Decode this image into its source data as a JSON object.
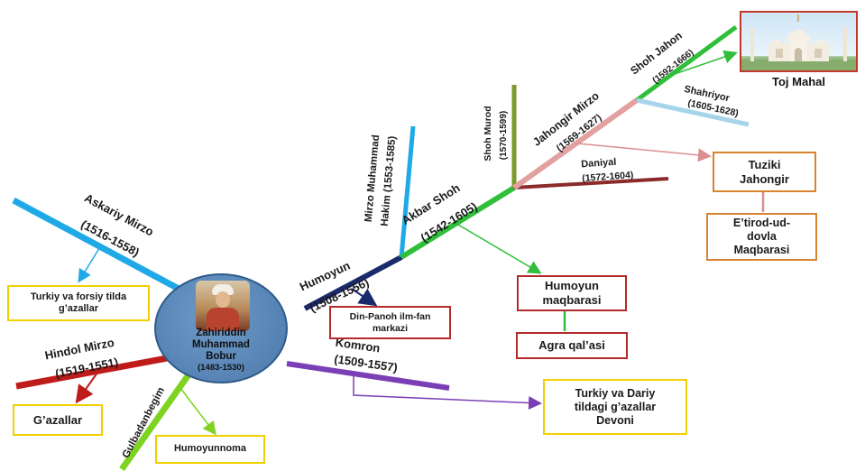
{
  "center": {
    "name_line1": "Zahiriddin",
    "name_line2": "Muhammad",
    "name_line3": "Bobur",
    "dates": "(1483-1530)"
  },
  "branches": {
    "askariy": {
      "name": "Askariy Mirzo",
      "dates": "(1516-1558)",
      "color": "#1fa9e6"
    },
    "hindol": {
      "name": "Hindol Mirzo",
      "dates": "(1519-1551)",
      "color": "#c01b1b"
    },
    "gulbadanbegim": {
      "name": "Gulbadanbegim",
      "color": "#7ed321"
    },
    "komron": {
      "name": "Komron",
      "dates": "(1509-1557)",
      "color": "#7b3fb5"
    },
    "humoyun": {
      "name": "Humoyun",
      "dates": "(1508-1556)",
      "color": "#1b2a6b"
    },
    "mirzo_muhammad_hakim": {
      "name": "Mirzo Muhammad",
      "name2": "Hakim (1553-1585)",
      "color": "#1fa9e6"
    },
    "akbar": {
      "name": "Akbar Shoh",
      "dates": "(1542-1605)",
      "color": "#2fbf3a"
    },
    "shoh_murod": {
      "name": "Shoh Murod",
      "dates": "(1570-1599)",
      "color": "#7a9a2a"
    },
    "jahongir": {
      "name": "Jahongir Mirzo",
      "dates": "(1569-1627)",
      "color": "#e3a0a0"
    },
    "daniyal": {
      "name": "Daniyal",
      "dates": "(1572-1604)",
      "color": "#8b2a2a"
    },
    "shoh_jahon": {
      "name": "Shoh Jahon",
      "dates": "(1592-1666)",
      "color": "#2fbf3a"
    },
    "shahriyor": {
      "name": "Shahriyor",
      "dates": "(1605-1628)",
      "color": "#a6d4ea"
    }
  },
  "boxes": {
    "turkiy_forsiy": "Turkiy va forsiy tilda\ng’azallar",
    "gazallar": "G’azallar",
    "humoyunnoma": "Humoyunnoma",
    "din_panoh": "Din-Panoh ilm-fan\nmarkazi",
    "humoyun_maqbarasi": "Humoyun\nmaqbarasi",
    "agra": "Agra qal’asi",
    "turkiy_dariy": "Turkiy va Dariy\ntildagi g’azallar\nDevoni",
    "tuziki": "Tuziki\nJahongir",
    "etirod": "E’tirod-ud-\ndovla\nMaqbarasi",
    "toj_mahal": "Toj Mahal"
  }
}
